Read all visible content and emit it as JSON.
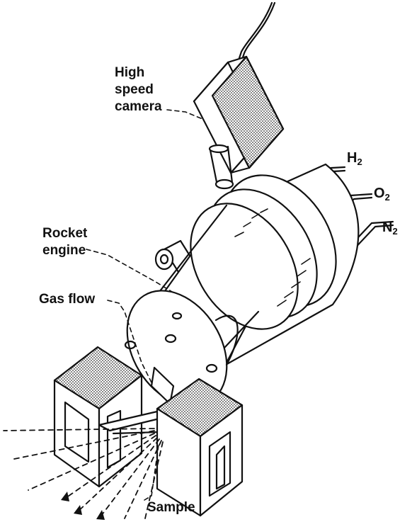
{
  "labels": {
    "camera": [
      "High",
      "speed",
      "camera"
    ],
    "engine": [
      "Rocket",
      "engine"
    ],
    "gas_flow": "Gas flow",
    "sample": "Sample"
  },
  "gases": [
    {
      "symbol": "H",
      "sub": "2"
    },
    {
      "symbol": "O",
      "sub": "2"
    },
    {
      "symbol": "N",
      "sub": "2"
    }
  ],
  "colors": {
    "ink": "#111111",
    "background": "#ffffff",
    "stipple": "#444444"
  }
}
